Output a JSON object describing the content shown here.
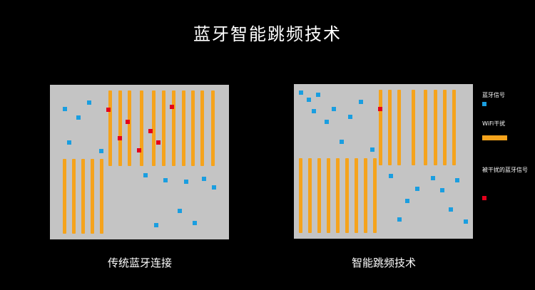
{
  "title": "蓝牙智能跳频技术",
  "colors": {
    "background": "#000000",
    "panel": "#c4c4c4",
    "wifi": "#f5a31c",
    "bluetooth": "#1a9ee0",
    "interfered": "#e4001b"
  },
  "panels": [
    {
      "caption": "传统蓝牙连接"
    },
    {
      "caption": "智能跳频技术"
    }
  ],
  "legend": {
    "bluetooth": "蓝牙信号",
    "wifi": "WiFi干扰",
    "interfered": "被干扰的蓝牙信号"
  }
}
